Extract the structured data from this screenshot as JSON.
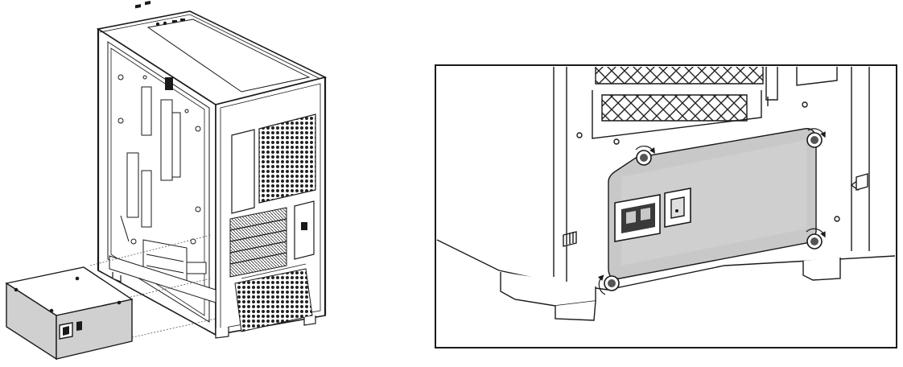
{
  "figure": {
    "left_panel": {
      "subject": "computer-case-with-psu",
      "components": [
        "case-body",
        "side-window-frame",
        "top-panel",
        "io-ports",
        "mesh-vent",
        "pci-slots",
        "psu-shroud",
        "power-supply-unit",
        "alignment-guide-lines"
      ],
      "psu_features": [
        "ac-power-inlet",
        "power-switch"
      ]
    },
    "right_panel": {
      "subject": "case-rear-psu-mounting-closeup",
      "components": [
        "psu-bracket-plate",
        "ac-power-inlet",
        "power-switch",
        "thumbscrews",
        "rotation-arrows",
        "pci-slot-covers",
        "case-feet"
      ],
      "screw_count": 4,
      "bracket_color": "#c8c8c8"
    },
    "colors": {
      "line": "#1a1a1a",
      "panel_fill": "#ffffff",
      "shading": "#d0d0d0",
      "dark_fill": "#555555"
    }
  }
}
